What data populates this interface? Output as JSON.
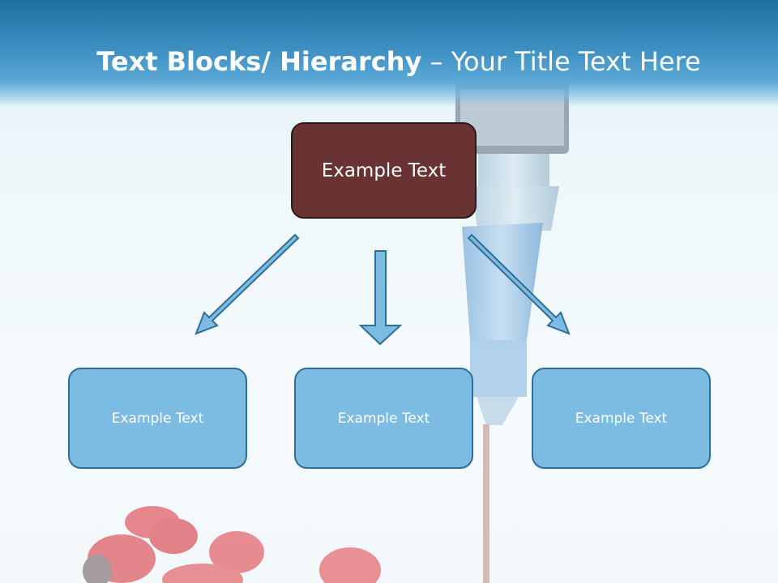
{
  "slide": {
    "title_bold": "Text Blocks/ Hierarchy",
    "title_rest": " – Your Title Text Here"
  },
  "hierarchy": {
    "top": {
      "label": "Example Text",
      "fill": "#6a3333"
    },
    "children": [
      {
        "label": "Example Text"
      },
      {
        "label": "Example Text"
      },
      {
        "label": "Example Text"
      }
    ],
    "child_fill": "#7cbbe2",
    "arrow_fill": "#7cbbe2"
  },
  "background": {
    "header_color": "#3d8fc2",
    "imagery": [
      "syringe-image",
      "pills-image"
    ]
  }
}
